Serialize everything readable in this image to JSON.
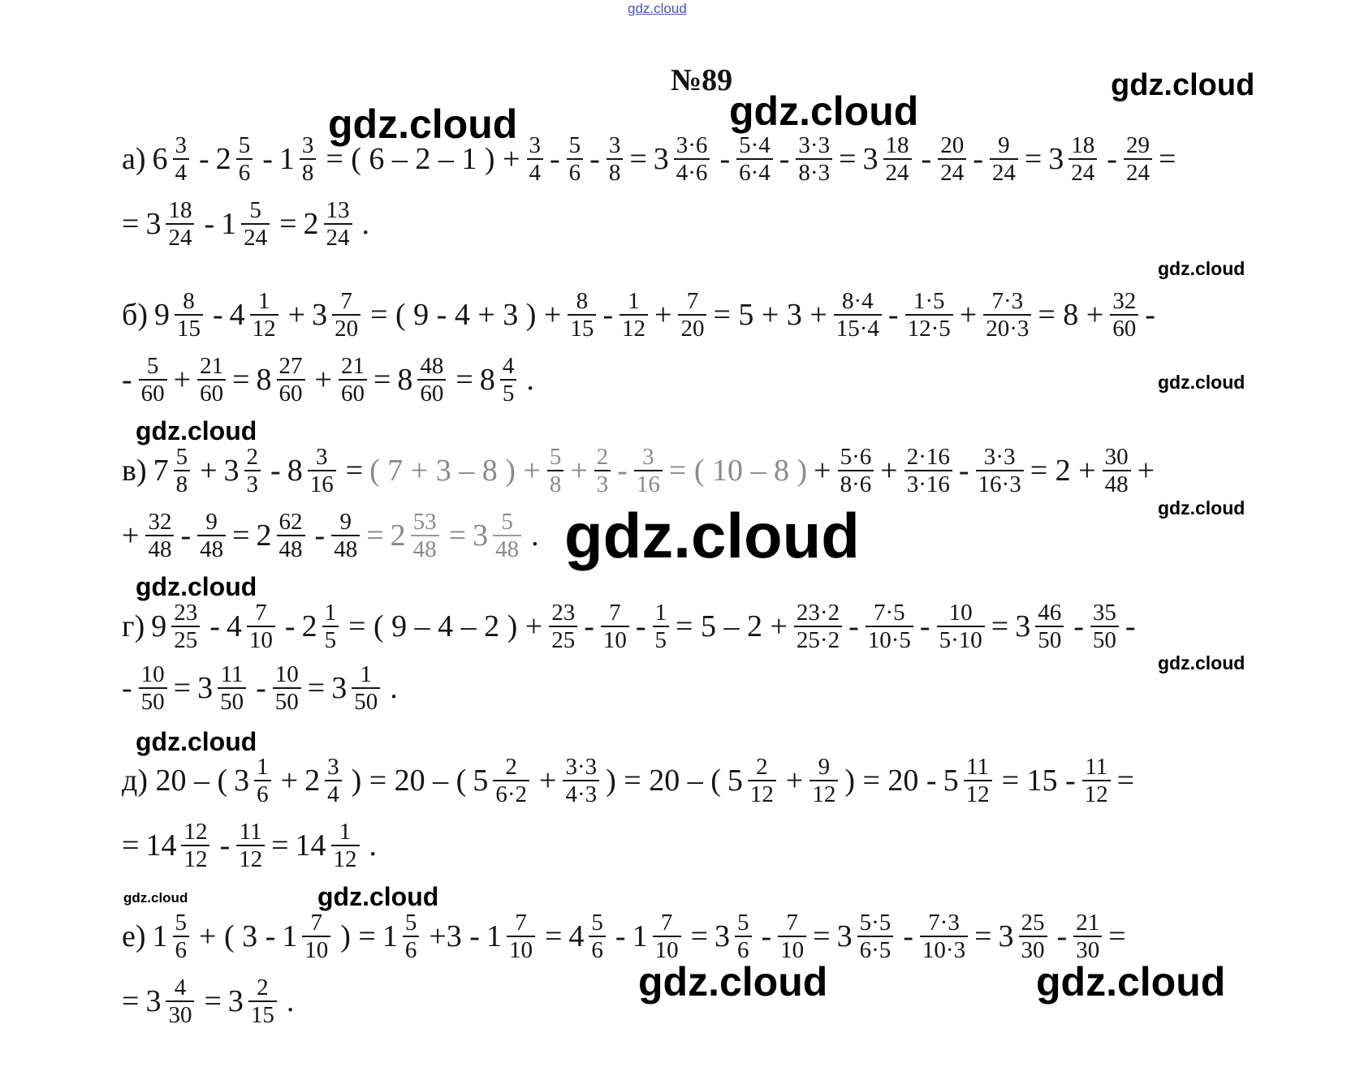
{
  "watermarks": {
    "small_top": "gdz.cloud",
    "text": "gdz.cloud"
  },
  "title": "№89",
  "lines": [
    [
      "т:а)",
      "m:6:3:4",
      "т:-",
      "m:2:5:6",
      "т:-",
      "m:1:3:8",
      "т:= ( 6 – 2 – 1 ) +",
      "f:3:4",
      "т:-",
      "f:5:6",
      "т:-",
      "f:3:8",
      "т:=",
      "m:3:3·6:4·6",
      "т:-",
      "f:5·4:6·4",
      "т:-",
      "f:3·3:8·3",
      "т:=",
      "m:3:18:24",
      "т:-",
      "f:20:24",
      "т:-",
      "f:9:24",
      "т:=",
      "m:3:18:24",
      "т:-",
      "f:29:24",
      "т:="
    ],
    [
      "т:=",
      "m:3:18:24",
      "т:-",
      "m:1:5:24",
      "т:=",
      "m:2:13:24",
      "т:."
    ],
    [
      "т:б)",
      "m:9:8:15",
      "т:-",
      "m:4:1:12",
      "т:+",
      "m:3:7:20",
      "т:= ( 9 - 4 + 3 ) +",
      "f:8:15",
      "т:-",
      "f:1:12",
      "т:+",
      "f:7:20",
      "т:= 5 + 3 +",
      "f:8·4:15·4",
      "т:-",
      "f:1·5:12·5",
      "т:+",
      "f:7·3:20·3",
      "т:= 8 +",
      "f:32:60",
      "т:-"
    ],
    [
      "т:-",
      "f:5:60",
      "т:+",
      "f:21:60",
      "т:=",
      "m:8:27:60",
      "т:+",
      "f:21:60",
      "т:=",
      "m:8:48:60",
      "т:=",
      "m:8:4:5",
      "т:."
    ],
    [
      "т:в)",
      "m:7:5:8",
      "т:+",
      "m:3:2:3",
      "т:-",
      "m:8:3:16",
      "т:=",
      "l:( 7 + 3 – 8 ) +",
      "lf:5:8",
      "l:+",
      "lf:2:3",
      "l:-",
      "lf:3:16",
      "l:= ( 10 – 8 )",
      "т:+",
      "f:5·6:8·6",
      "т:+",
      "f:2·16:3·16",
      "т:-",
      "f:3·3:16·3",
      "т:= 2 +",
      "f:30:48",
      "т:+"
    ],
    [
      "т:+",
      "f:32:48",
      "т:-",
      "f:9:48",
      "т:=",
      "m:2:62:48",
      "т:-",
      "f:9:48",
      "l:=",
      "lm:2:53:48",
      "l:=",
      "lm:3:5:48",
      "т:."
    ],
    [
      "т:г)",
      "m:9:23:25",
      "т:-",
      "m:4:7:10",
      "т:-",
      "m:2:1:5",
      "т:= ( 9 – 4 – 2 ) +",
      "f:23:25",
      "т:-",
      "f:7:10",
      "т:-",
      "f:1:5",
      "т:= 5 – 2 +",
      "f:23·2:25·2",
      "т:-",
      "f:7·5:10·5",
      "т:-",
      "f:10:5·10",
      "т:=",
      "m:3:46:50",
      "т:-",
      "f:35:50",
      "т:-"
    ],
    [
      "т:-",
      "f:10:50",
      "т:=",
      "m:3:11:50",
      "т:-",
      "f:10:50",
      "т:=",
      "m:3:1:50",
      "т:."
    ],
    [
      "т:д) 20 – (",
      "m:3:1:6",
      "т:+",
      "m:2:3:4",
      "т:) = 20 – (",
      "m:5:2:6·2",
      "т:+",
      "f:3·3:4·3",
      "т:) = 20 – (",
      "m:5:2:12",
      "т:+",
      "f:9:12",
      "т:) = 20 -",
      "m:5:11:12",
      "т:= 15 -",
      "f:11:12",
      "т:="
    ],
    [
      "т:=",
      "m:14:12:12",
      "т:-",
      "f:11:12",
      "т:=",
      "m:14:1:12",
      "т:."
    ],
    [
      "т:е)",
      "m:1:5:6",
      "т:+ ( 3 -",
      "m:1:7:10",
      "т:) =",
      "m:1:5:6",
      "т:+3 -",
      "m:1:7:10",
      "т:=",
      "m:4:5:6",
      "т:-",
      "m:1:7:10",
      "т:=",
      "m:3:5:6",
      "т:-",
      "f:7:10",
      "т:=",
      "m:3:5·5:6·5",
      "т:-",
      "f:7·3:10·3",
      "т:=",
      "m:3:25:30",
      "т:-",
      "f:21:30",
      "т:="
    ],
    [
      "т:=",
      "m:3:4:30",
      "т:=",
      "m:3:2:15",
      "т:."
    ]
  ]
}
